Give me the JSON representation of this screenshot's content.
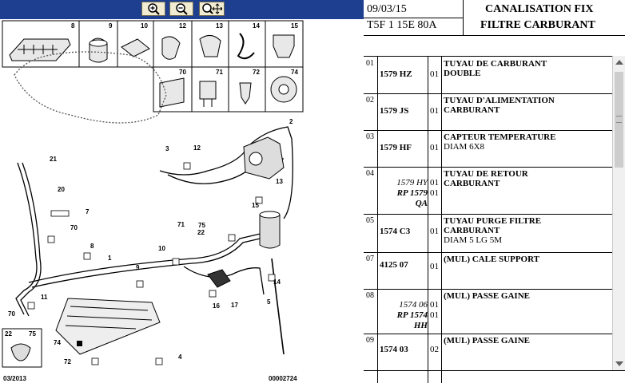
{
  "toolbar": {
    "zoom_in": "zoom-in-icon",
    "zoom_out": "zoom-out-icon",
    "zoom_pan": "zoom-pan-icon"
  },
  "diagram": {
    "footer_left": "03/2013",
    "footer_right": "00002724",
    "inset_labels": [
      "8",
      "9",
      "10",
      "12",
      "13",
      "14",
      "15",
      "70",
      "71",
      "72",
      "74"
    ],
    "corner_box_labels": [
      "22",
      "75"
    ],
    "callouts": [
      "1",
      "2",
      "3",
      "4",
      "5",
      "8",
      "9",
      "10",
      "11",
      "12",
      "13",
      "14",
      "15",
      "16",
      "17",
      "20",
      "21",
      "22",
      "7",
      "70",
      "70",
      "71",
      "72",
      "74",
      "75"
    ]
  },
  "header": {
    "date": "09/03/15",
    "code": "T5F 1 15E 80A",
    "title_line1": "CANALISATION FIX",
    "title_line2": "FILTRE CARBURANT"
  },
  "parts": [
    {
      "idx": "01",
      "ref": [
        "1579 HZ"
      ],
      "italic": false,
      "qty": [
        "01"
      ],
      "desc": [
        "TUYAU DE CARBURANT",
        "DOUBLE"
      ],
      "desc_bold": [
        true,
        true
      ]
    },
    {
      "idx": "02",
      "ref": [
        "1579 JS"
      ],
      "italic": false,
      "qty": [
        "01"
      ],
      "desc": [
        "TUYAU D'ALIMENTATION",
        "CARBURANT"
      ],
      "desc_bold": [
        true,
        true
      ]
    },
    {
      "idx": "03",
      "ref": [
        "1579 HF"
      ],
      "italic": false,
      "qty": [
        "01"
      ],
      "desc": [
        "CAPTEUR TEMPERATURE",
        "DIAM 6X8"
      ],
      "desc_bold": [
        true,
        false
      ]
    },
    {
      "idx": "04",
      "ref": [
        "1579 HY",
        "RP 1579",
        "QA"
      ],
      "italic": true,
      "qty": [
        "01",
        "01"
      ],
      "desc": [
        "TUYAU DE RETOUR",
        "CARBURANT"
      ],
      "desc_bold": [
        true,
        true
      ]
    },
    {
      "idx": "05",
      "ref": [
        "1574 C3"
      ],
      "italic": false,
      "qty": [
        "01"
      ],
      "desc": [
        "TUYAU PURGE FILTRE",
        "CARBURANT",
        "DIAM 5 LG 5M"
      ],
      "desc_bold": [
        true,
        true,
        false
      ]
    },
    {
      "idx": "07",
      "ref": [
        "4125 07"
      ],
      "italic": false,
      "qty": [
        "01"
      ],
      "desc": [
        "(MUL) CALE SUPPORT"
      ],
      "desc_bold": [
        true
      ]
    },
    {
      "idx": "08",
      "ref": [
        "1574 06",
        "RP 1574",
        "HH"
      ],
      "italic": true,
      "qty": [
        "01",
        "01"
      ],
      "desc": [
        "(MUL) PASSE GAINE"
      ],
      "desc_bold": [
        true
      ]
    },
    {
      "idx": "09",
      "ref": [
        "1574 03"
      ],
      "italic": false,
      "qty": [
        "02"
      ],
      "desc": [
        "(MUL) PASSE GAINE"
      ],
      "desc_bold": [
        true
      ]
    }
  ]
}
